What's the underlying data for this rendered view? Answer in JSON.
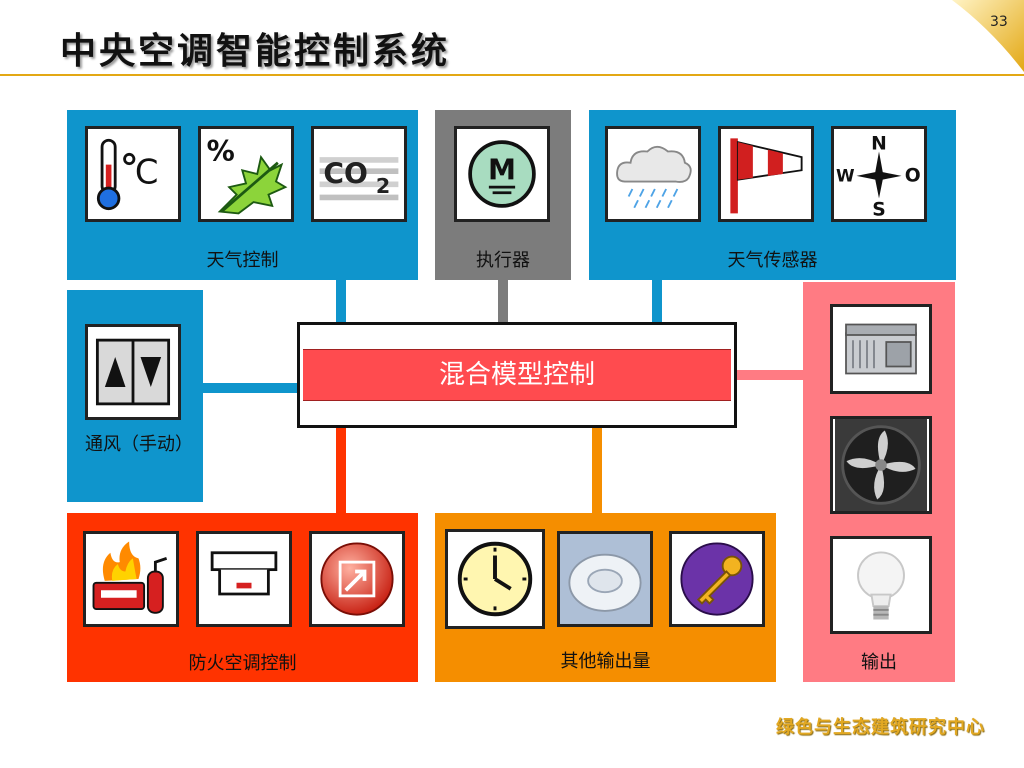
{
  "slide": {
    "title": "中央空调智能控制系统",
    "page_number": "33",
    "footer": "绿色与生态建筑研究中心"
  },
  "panels": {
    "weather_control": {
      "label": "天气控制",
      "icons": [
        "thermometer-celsius-icon",
        "humidity-leaf-icon",
        "co2-icon"
      ]
    },
    "actuator": {
      "label": "执行器",
      "icons": [
        "motor-m-icon"
      ]
    },
    "weather_sensor": {
      "label": "天气传感器",
      "icons": [
        "rain-cloud-icon",
        "windsock-icon",
        "compass-icon"
      ]
    },
    "ventilation": {
      "label": "通风（手动）",
      "icons": [
        "up-down-arrows-icon"
      ]
    },
    "center": {
      "label": "混合模型控制"
    },
    "fire": {
      "label": "防火空调控制",
      "icons": [
        "fire-extinguisher-icon",
        "smoke-detector-icon",
        "alarm-button-icon"
      ]
    },
    "other": {
      "label": "其他输出量",
      "icons": [
        "clock-icon",
        "ceiling-sensor-icon",
        "key-icon"
      ]
    },
    "output": {
      "label": "输出",
      "icons": [
        "hvac-unit-icon",
        "fan-icon",
        "light-bulb-icon"
      ]
    }
  },
  "colors": {
    "blue": "#0f95cc",
    "gray": "#7c7c7c",
    "red": "#ff3300",
    "orange": "#f58e00",
    "pink": "#ff7b83",
    "center_red": "#ff4b4f",
    "accent_gold": "#e3a814"
  }
}
